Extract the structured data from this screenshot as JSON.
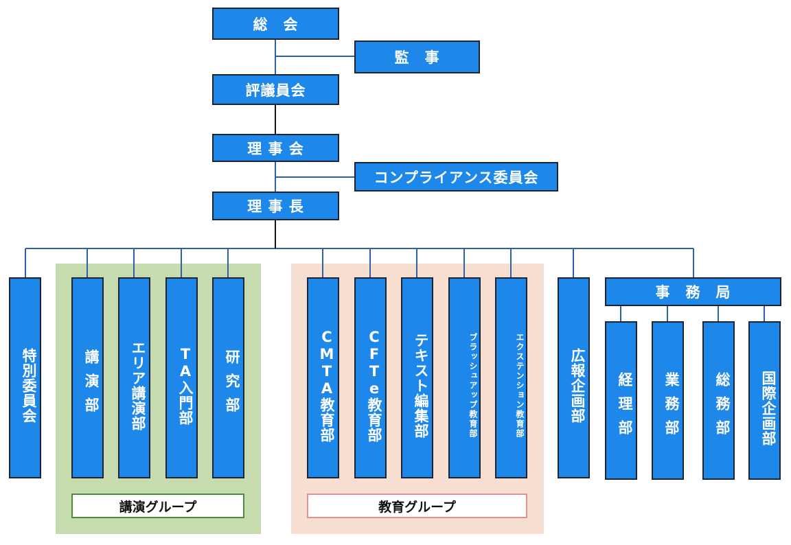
{
  "top": {
    "general_assembly": "総　会",
    "auditor": "監　事",
    "council": "評議員会",
    "board": "理 事 会",
    "compliance": "コンプライアンス委員会",
    "chairman": "理 事 長"
  },
  "departments": {
    "special_committee": "特別委員会",
    "lecture": "講演部",
    "area_lecture": "エリア講演部",
    "ta_intro": "TA入門部",
    "research": "研究部",
    "cmta": "CMTA教育部",
    "cfte": "CFTe教育部",
    "text_edit": "テキスト編集部",
    "brushup": "ブラッシュアップ教育部",
    "extension": "エクステンション教育部",
    "pr_planning": "広報企画部",
    "secretariat": "事　務　局",
    "accounting": "経理部",
    "operations": "業務部",
    "general_affairs": "総務部",
    "intl_planning": "国際企画部"
  },
  "groups": {
    "lecture_group": "講演グループ",
    "education_group": "教育グループ"
  },
  "colors": {
    "box": "#1e87ea",
    "connector": "#2e5fa8",
    "lecture_group_bg": "#c7dcae",
    "education_group_bg": "#f6dfd0"
  }
}
